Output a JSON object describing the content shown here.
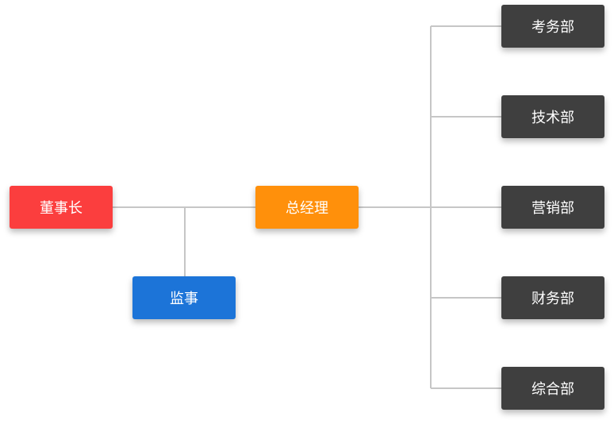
{
  "org_chart": {
    "chairman": {
      "label": "董事长",
      "color": "#fb3e3e"
    },
    "supervisor": {
      "label": "监事",
      "color": "#1c74d8"
    },
    "general_manager": {
      "label": "总经理",
      "color": "#ff900b"
    },
    "departments": [
      {
        "label": "考务部",
        "color": "#3f3f3f"
      },
      {
        "label": "技术部",
        "color": "#3f3f3f"
      },
      {
        "label": "营销部",
        "color": "#3f3f3f"
      },
      {
        "label": "财务部",
        "color": "#3f3f3f"
      },
      {
        "label": "综合部",
        "color": "#3f3f3f"
      }
    ],
    "connector_color": "#c6c6c6"
  }
}
